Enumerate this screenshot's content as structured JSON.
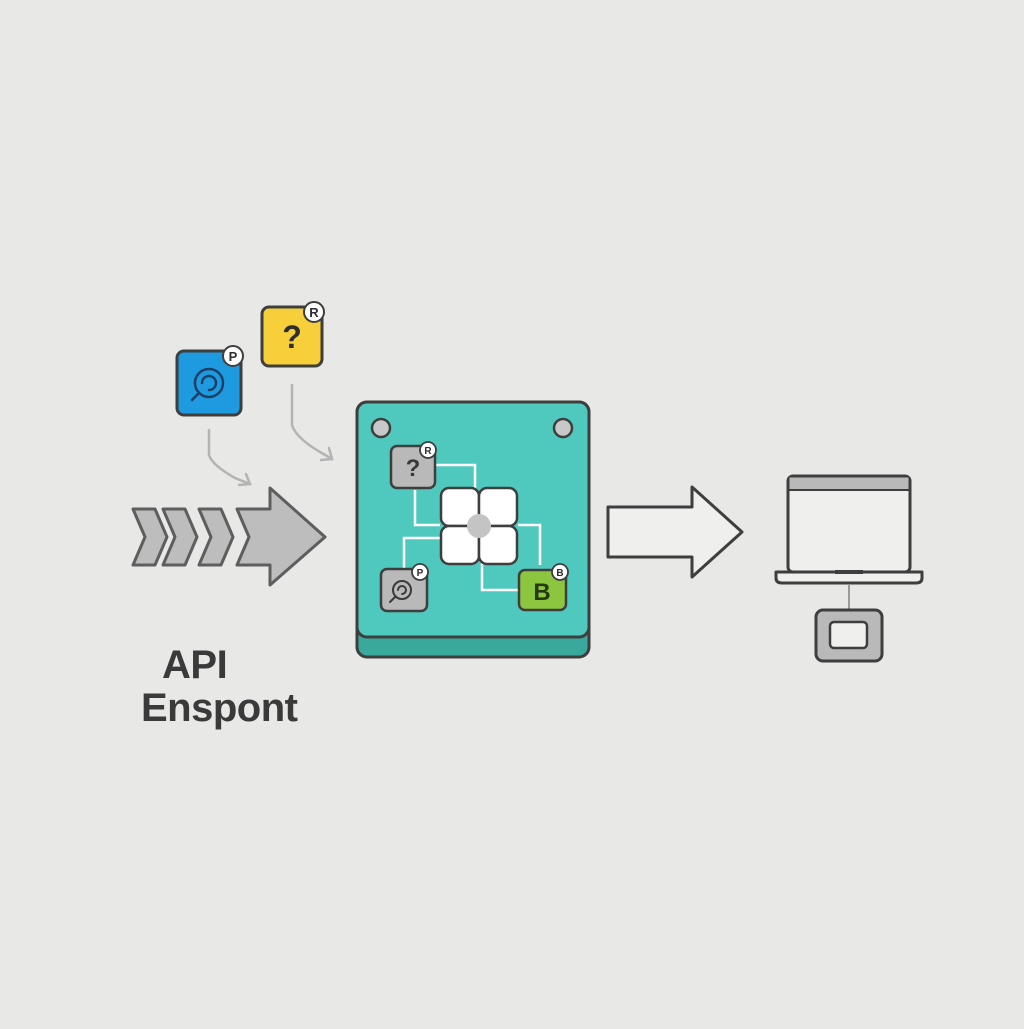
{
  "label": {
    "line1": "API",
    "line2": "Enspont"
  },
  "source_tiles": [
    {
      "name": "blue-tile",
      "glyph": "spiral",
      "badge": "P",
      "color": "#1e9be0"
    },
    {
      "name": "yellow-tile",
      "glyph": "?",
      "badge": "R",
      "color": "#f6cf3a"
    }
  ],
  "hub": {
    "color": "#4fc9bd",
    "tiles": [
      {
        "name": "hub-question-tile",
        "glyph": "?",
        "badge": "R",
        "color": "#b9b9b9"
      },
      {
        "name": "hub-spiral-tile",
        "glyph": "spiral",
        "badge": "P",
        "color": "#b9b9b9"
      },
      {
        "name": "hub-b-tile",
        "glyph": "B",
        "badge": "B",
        "color": "#8cc63f"
      }
    ]
  },
  "colors": {
    "background": "#e8e8e7",
    "outline": "#3e3e3e",
    "gray_arrow": "#bdbdbd",
    "teal": "#4fc9bd",
    "teal_dark": "#3aa99d"
  }
}
